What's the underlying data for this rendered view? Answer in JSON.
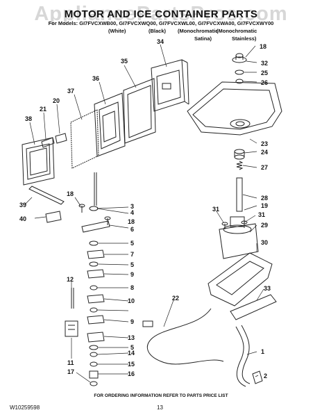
{
  "header": {
    "watermark": "AppliancePartsPros.com",
    "title": "MOTOR AND ICE CONTAINER PARTS",
    "models_line": "For Models: GI7FVCXWB00, GI7FVCXWQ00, GI7FVCXWL00, GI7FVCXWA00, GI7FVCXWY00",
    "variants": [
      "(White)",
      "(Black)",
      "(Monochromatic",
      "(Monochromatic"
    ],
    "variant_subs": [
      "Satina)",
      "Stainless)"
    ]
  },
  "callouts": [
    "34",
    "35",
    "36",
    "37",
    "38",
    "21",
    "20",
    "18",
    "32",
    "25",
    "26",
    "23",
    "24",
    "27",
    "28",
    "19",
    "31",
    "31",
    "29",
    "30",
    "33",
    "39",
    "40",
    "18",
    "4",
    "3",
    "18",
    "6",
    "5",
    "7",
    "5",
    "9",
    "8",
    "10",
    "12",
    "22",
    "9",
    "13",
    "5",
    "14",
    "15",
    "11",
    "17",
    "16",
    "1",
    "2"
  ],
  "footer": {
    "ordering_note": "FOR ORDERING INFORMATION REFER TO PARTS PRICE LIST",
    "doc_id": "W10259598",
    "page_number": "13"
  }
}
